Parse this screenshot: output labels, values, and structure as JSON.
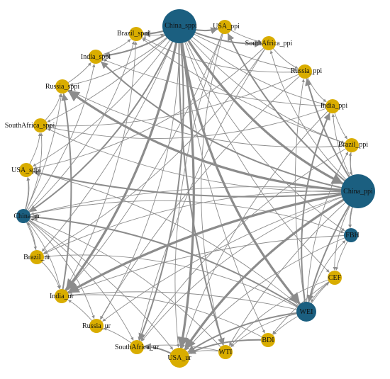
{
  "colors": {
    "gold": "#d9ad00",
    "blue": "#1b5f80",
    "edge": "#8c8c8c",
    "label": "#111111"
  },
  "nodes": [
    {
      "id": "china_sppi",
      "label": "China_sppi",
      "group": "blue",
      "size": "xlarge"
    },
    {
      "id": "usa_ppi",
      "label": "USA_ppi",
      "group": "gold",
      "size": "small"
    },
    {
      "id": "southafrica_ppi",
      "label": "SouthAfrica_ppi",
      "group": "gold",
      "size": "small"
    },
    {
      "id": "russia_ppi",
      "label": "Russia_ppi",
      "group": "gold",
      "size": "small"
    },
    {
      "id": "india_ppi",
      "label": "India_ppi",
      "group": "gold",
      "size": "small"
    },
    {
      "id": "brazil_ppi",
      "label": "Brazil_ppi",
      "group": "gold",
      "size": "small"
    },
    {
      "id": "china_ppi",
      "label": "China_ppi",
      "group": "blue",
      "size": "xlarge"
    },
    {
      "id": "fbh",
      "label": "FBH",
      "group": "blue",
      "size": "small"
    },
    {
      "id": "cef",
      "label": "CEF",
      "group": "gold",
      "size": "small"
    },
    {
      "id": "wei",
      "label": "WEI",
      "group": "blue",
      "size": "medium"
    },
    {
      "id": "bdi",
      "label": "BDI",
      "group": "gold",
      "size": "small"
    },
    {
      "id": "wti",
      "label": "WTI",
      "group": "gold",
      "size": "small"
    },
    {
      "id": "usa_ur",
      "label": "USA_ur",
      "group": "gold",
      "size": "medium"
    },
    {
      "id": "southafrica_ur",
      "label": "SouthAfrica_ur",
      "group": "gold",
      "size": "small"
    },
    {
      "id": "russia_ur",
      "label": "Russia_ur",
      "group": "gold",
      "size": "small"
    },
    {
      "id": "india_ur",
      "label": "India_ur",
      "group": "gold",
      "size": "small"
    },
    {
      "id": "brazil_ur",
      "label": "Brazil_ur",
      "group": "gold",
      "size": "small"
    },
    {
      "id": "china_ur",
      "label": "China_ur",
      "group": "blue",
      "size": "small"
    },
    {
      "id": "usa_sppi",
      "label": "USA_sppi",
      "group": "gold",
      "size": "small"
    },
    {
      "id": "southafrica_sppi",
      "label": "SouthAfrica_sppi",
      "group": "gold",
      "size": "small"
    },
    {
      "id": "russia_sppi",
      "label": "Russia_sppi",
      "group": "gold",
      "size": "small"
    },
    {
      "id": "india_sppi",
      "label": "India_sppi",
      "group": "gold",
      "size": "small"
    },
    {
      "id": "brazil_sppi",
      "label": "Brazil_sppi",
      "group": "gold",
      "size": "small"
    }
  ],
  "edges": [
    {
      "from": "china_sppi",
      "to": "china_ppi",
      "weight": "heavy"
    },
    {
      "from": "china_sppi",
      "to": "usa_ur",
      "weight": "heavy"
    },
    {
      "from": "china_sppi",
      "to": "india_ur",
      "weight": "heavy"
    },
    {
      "from": "china_sppi",
      "to": "wei",
      "weight": "heavy"
    },
    {
      "from": "china_sppi",
      "to": "wti",
      "weight": "medium"
    },
    {
      "from": "china_sppi",
      "to": "southafrica_ur",
      "weight": "medium"
    },
    {
      "from": "china_sppi",
      "to": "china_ur",
      "weight": "medium"
    },
    {
      "from": "china_sppi",
      "to": "bdi",
      "weight": "light"
    },
    {
      "from": "china_sppi",
      "to": "cef",
      "weight": "light"
    },
    {
      "from": "china_sppi",
      "to": "fbh",
      "weight": "light"
    },
    {
      "from": "china_sppi",
      "to": "brazil_ur",
      "weight": "light"
    },
    {
      "from": "china_sppi",
      "to": "usa_sppi",
      "weight": "light"
    },
    {
      "from": "china_sppi",
      "to": "russia_ur",
      "weight": "light"
    },
    {
      "from": "china_sppi",
      "to": "southafrica_sppi",
      "weight": "light"
    },
    {
      "from": "china_sppi",
      "to": "india_ppi",
      "weight": "light"
    },
    {
      "from": "china_sppi",
      "to": "brazil_ppi",
      "weight": "light"
    },
    {
      "from": "china_sppi",
      "to": "russia_ppi",
      "weight": "light"
    },
    {
      "from": "china_sppi",
      "to": "southafrica_ppi",
      "weight": "medium"
    },
    {
      "from": "china_sppi",
      "to": "usa_ppi",
      "weight": "medium"
    },
    {
      "from": "china_sppi",
      "to": "brazil_sppi",
      "weight": "medium"
    },
    {
      "from": "china_sppi",
      "to": "india_sppi",
      "weight": "medium"
    },
    {
      "from": "china_sppi",
      "to": "russia_sppi",
      "weight": "light"
    },
    {
      "from": "china_ppi",
      "to": "india_ur",
      "weight": "heavy"
    },
    {
      "from": "china_ppi",
      "to": "usa_ur",
      "weight": "heavy"
    },
    {
      "from": "china_ppi",
      "to": "russia_sppi",
      "weight": "heavy"
    },
    {
      "from": "china_ppi",
      "to": "usa_sppi",
      "weight": "medium"
    },
    {
      "from": "china_ppi",
      "to": "southafrica_sppi",
      "weight": "light"
    },
    {
      "from": "china_ppi",
      "to": "india_sppi",
      "weight": "medium"
    },
    {
      "from": "china_ppi",
      "to": "china_ur",
      "weight": "light"
    },
    {
      "from": "china_ppi",
      "to": "brazil_ur",
      "weight": "light"
    },
    {
      "from": "china_ppi",
      "to": "southafrica_ur",
      "weight": "light"
    },
    {
      "from": "china_ppi",
      "to": "wei",
      "weight": "medium"
    },
    {
      "from": "china_ppi",
      "to": "usa_ppi",
      "weight": "medium"
    },
    {
      "from": "china_ppi",
      "to": "southafrica_ppi",
      "weight": "light"
    },
    {
      "from": "china_ppi",
      "to": "russia_ppi",
      "weight": "medium"
    },
    {
      "from": "china_ppi",
      "to": "india_ppi",
      "weight": "light"
    },
    {
      "from": "china_ppi",
      "to": "brazil_ppi",
      "weight": "light"
    },
    {
      "from": "china_ppi",
      "to": "wti",
      "weight": "light"
    },
    {
      "from": "china_ppi",
      "to": "fbh",
      "weight": "light"
    },
    {
      "from": "china_ppi",
      "to": "cef",
      "weight": "light"
    },
    {
      "from": "china_ppi",
      "to": "russia_ur",
      "weight": "light"
    },
    {
      "from": "wei",
      "to": "china_ur",
      "weight": "medium"
    },
    {
      "from": "wei",
      "to": "india_ppi",
      "weight": "medium"
    },
    {
      "from": "wei",
      "to": "russia_ppi",
      "weight": "light"
    },
    {
      "from": "wei",
      "to": "brazil_ppi",
      "weight": "light"
    },
    {
      "from": "wei",
      "to": "wti",
      "weight": "light"
    },
    {
      "from": "wei",
      "to": "bdi",
      "weight": "light"
    },
    {
      "from": "wei",
      "to": "usa_ur",
      "weight": "medium"
    },
    {
      "from": "wei",
      "to": "brazil_ur",
      "weight": "light"
    },
    {
      "from": "wei",
      "to": "india_ur",
      "weight": "light"
    },
    {
      "from": "wei",
      "to": "usa_sppi",
      "weight": "light"
    },
    {
      "from": "wei",
      "to": "fbh",
      "weight": "light"
    },
    {
      "from": "wei",
      "to": "cef",
      "weight": "light"
    },
    {
      "from": "china_ur",
      "to": "india_sppi",
      "weight": "light"
    },
    {
      "from": "china_ur",
      "to": "brazil_sppi",
      "weight": "light"
    },
    {
      "from": "china_ur",
      "to": "russia_sppi",
      "weight": "light"
    },
    {
      "from": "china_ur",
      "to": "usa_sppi",
      "weight": "light"
    },
    {
      "from": "china_ur",
      "to": "southafrica_sppi",
      "weight": "light"
    },
    {
      "from": "china_ur",
      "to": "brazil_ur",
      "weight": "light"
    },
    {
      "from": "china_ur",
      "to": "india_ur",
      "weight": "light"
    },
    {
      "from": "china_ur",
      "to": "russia_ur",
      "weight": "light"
    },
    {
      "from": "china_ur",
      "to": "usa_ur",
      "weight": "light"
    },
    {
      "from": "china_ur",
      "to": "southafrica_ur",
      "weight": "light"
    },
    {
      "from": "china_ur",
      "to": "fbh",
      "weight": "light"
    },
    {
      "from": "usa_ppi",
      "to": "india_ur",
      "weight": "light"
    },
    {
      "from": "usa_ppi",
      "to": "usa_ur",
      "weight": "light"
    },
    {
      "from": "usa_ppi",
      "to": "wti",
      "weight": "light"
    },
    {
      "from": "southafrica_ppi",
      "to": "southafrica_ur",
      "weight": "light"
    },
    {
      "from": "southafrica_ppi",
      "to": "brazil_ur",
      "weight": "light"
    },
    {
      "from": "southafrica_ppi",
      "to": "usa_sppi",
      "weight": "light"
    },
    {
      "from": "russia_ppi",
      "to": "russia_ur",
      "weight": "light"
    },
    {
      "from": "russia_ppi",
      "to": "southafrica_sppi",
      "weight": "light"
    },
    {
      "from": "russia_ppi",
      "to": "brazil_sppi",
      "weight": "light"
    },
    {
      "from": "india_ppi",
      "to": "india_sppi",
      "weight": "light"
    },
    {
      "from": "india_ppi",
      "to": "usa_ur",
      "weight": "light"
    },
    {
      "from": "india_ppi",
      "to": "southafrica_sppi",
      "weight": "light"
    },
    {
      "from": "brazil_ppi",
      "to": "brazil_sppi",
      "weight": "light"
    },
    {
      "from": "brazil_ppi",
      "to": "southafrica_ur",
      "weight": "light"
    },
    {
      "from": "brazil_ppi",
      "to": "russia_sppi",
      "weight": "light"
    },
    {
      "from": "fbh",
      "to": "india_ur",
      "weight": "light"
    },
    {
      "from": "fbh",
      "to": "usa_ur",
      "weight": "light"
    },
    {
      "from": "cef",
      "to": "wti",
      "weight": "light"
    },
    {
      "from": "cef",
      "to": "bdi",
      "weight": "light"
    },
    {
      "from": "bdi",
      "to": "usa_ur",
      "weight": "medium"
    },
    {
      "from": "bdi",
      "to": "india_ur",
      "weight": "light"
    },
    {
      "from": "wti",
      "to": "southafrica_ur",
      "weight": "light"
    },
    {
      "from": "wti",
      "to": "china_ur",
      "weight": "light"
    },
    {
      "from": "usa_ur",
      "to": "southafrica_ur",
      "weight": "medium"
    },
    {
      "from": "india_ur",
      "to": "russia_sppi",
      "weight": "medium"
    },
    {
      "from": "india_ur",
      "to": "brazil_sppi",
      "weight": "light"
    },
    {
      "from": "brazil_ur",
      "to": "india_ur",
      "weight": "light"
    },
    {
      "from": "russia_ur",
      "to": "india_ur",
      "weight": "light"
    },
    {
      "from": "usa_sppi",
      "to": "southafrica_sppi",
      "weight": "light"
    },
    {
      "from": "southafrica_sppi",
      "to": "russia_sppi",
      "weight": "light"
    },
    {
      "from": "russia_sppi",
      "to": "india_sppi",
      "weight": "light"
    },
    {
      "from": "india_sppi",
      "to": "brazil_sppi",
      "weight": "light"
    },
    {
      "from": "brazil_sppi",
      "to": "china_sppi",
      "weight": "light"
    },
    {
      "from": "usa_ppi",
      "to": "southafrica_ppi",
      "weight": "light"
    },
    {
      "from": "southafrica_ppi",
      "to": "russia_ppi",
      "weight": "light"
    },
    {
      "from": "russia_ppi",
      "to": "india_ppi",
      "weight": "light"
    },
    {
      "from": "india_ppi",
      "to": "brazil_ppi",
      "weight": "light"
    },
    {
      "from": "brazil_ppi",
      "to": "china_ppi",
      "weight": "light"
    },
    {
      "from": "china_ppi",
      "to": "fbh",
      "weight": "light"
    },
    {
      "from": "fbh",
      "to": "cef",
      "weight": "light"
    },
    {
      "from": "cef",
      "to": "wei",
      "weight": "light"
    },
    {
      "from": "wti",
      "to": "usa_ur",
      "weight": "light"
    },
    {
      "from": "southafrica_ur",
      "to": "russia_ur",
      "weight": "light"
    },
    {
      "from": "brazil_ur",
      "to": "china_ur",
      "weight": "light"
    },
    {
      "from": "china_ur",
      "to": "usa_sppi",
      "weight": "light"
    }
  ]
}
